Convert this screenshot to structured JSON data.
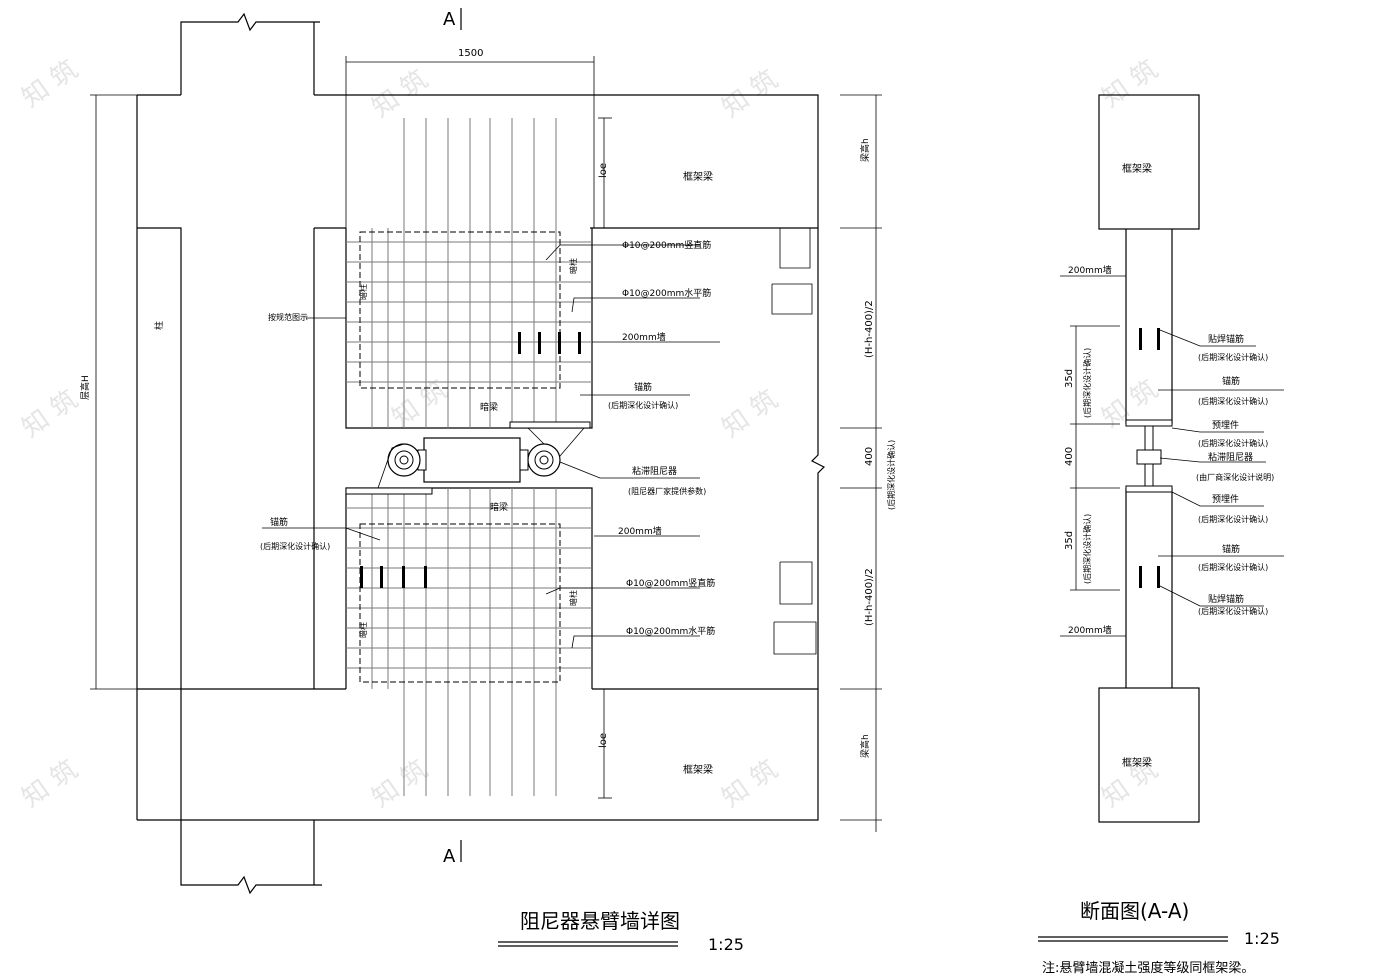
{
  "section_markers": {
    "top": "A",
    "bottom": "A"
  },
  "plan": {
    "dim_width": "1500",
    "total_height": "层高H",
    "column": "柱",
    "frame_beam_top": "框架梁",
    "frame_beam_bottom": "框架梁",
    "beam_height_top": "梁高h",
    "beam_height_bottom": "梁高h",
    "loe_top": "loe",
    "loe_bottom": "loe",
    "dim_upper_wall": "(H-h-400)/2",
    "dim_gap": "400",
    "dim_gap_note": "(后期深化设计确认)",
    "dim_lower_wall": "(H-h-400)/2",
    "dark_column_1": "暗柱",
    "dark_column_2": "暗柱",
    "dark_column_3": "暗柱",
    "dark_column_4": "暗柱",
    "dark_beam_upper": "暗梁",
    "dark_beam_lower": "暗梁",
    "edge_note": "按规范图示",
    "upper_labels": {
      "vertical_bar": "Φ10@200mm竖直筋",
      "horizontal_bar": "Φ10@200mm水平筋",
      "wall": "200mm墙",
      "anchor": "锚筋",
      "anchor_note": "(后期深化设计确认)"
    },
    "damper": "粘滞阻尼器",
    "damper_note": "(阻尼器厂家提供参数)",
    "lower_labels": {
      "anchor": "锚筋",
      "anchor_note": "(后期深化设计确认)",
      "wall": "200mm墙",
      "vertical_bar": "Φ10@200mm竖直筋",
      "horizontal_bar": "Φ10@200mm水平筋"
    },
    "title": "阻尼器悬臂墙详图",
    "scale": "1:25"
  },
  "section": {
    "frame_beam_top": "框架梁",
    "frame_beam_bottom": "框架梁",
    "wall_top": "200mm墙",
    "wall_bottom": "200mm墙",
    "dim_35d_top": "35d",
    "dim_35d_top_note": "(后期深化设计确认)",
    "dim_400": "400",
    "dim_35d_bottom": "35d",
    "dim_35d_bottom_note": "(后期深化设计确认)",
    "labels": [
      {
        "text": "贴焊锚筋",
        "note": "(后期深化设计确认)"
      },
      {
        "text": "锚筋",
        "note": "(后期深化设计确认)"
      },
      {
        "text": "预埋件",
        "note": "(后期深化设计确认)"
      },
      {
        "text": "粘滞阻尼器",
        "note": "(由厂商深化设计说明)"
      },
      {
        "text": "预埋件",
        "note": "(后期深化设计确认)"
      },
      {
        "text": "锚筋",
        "note": "(后期深化设计确认)"
      },
      {
        "text": "贴焊锚筋",
        "note": "(后期深化设计确认)"
      }
    ],
    "title": "断面图(A-A)",
    "scale": "1:25",
    "note": "注:悬臂墙混凝土强度等级同框架梁。"
  }
}
